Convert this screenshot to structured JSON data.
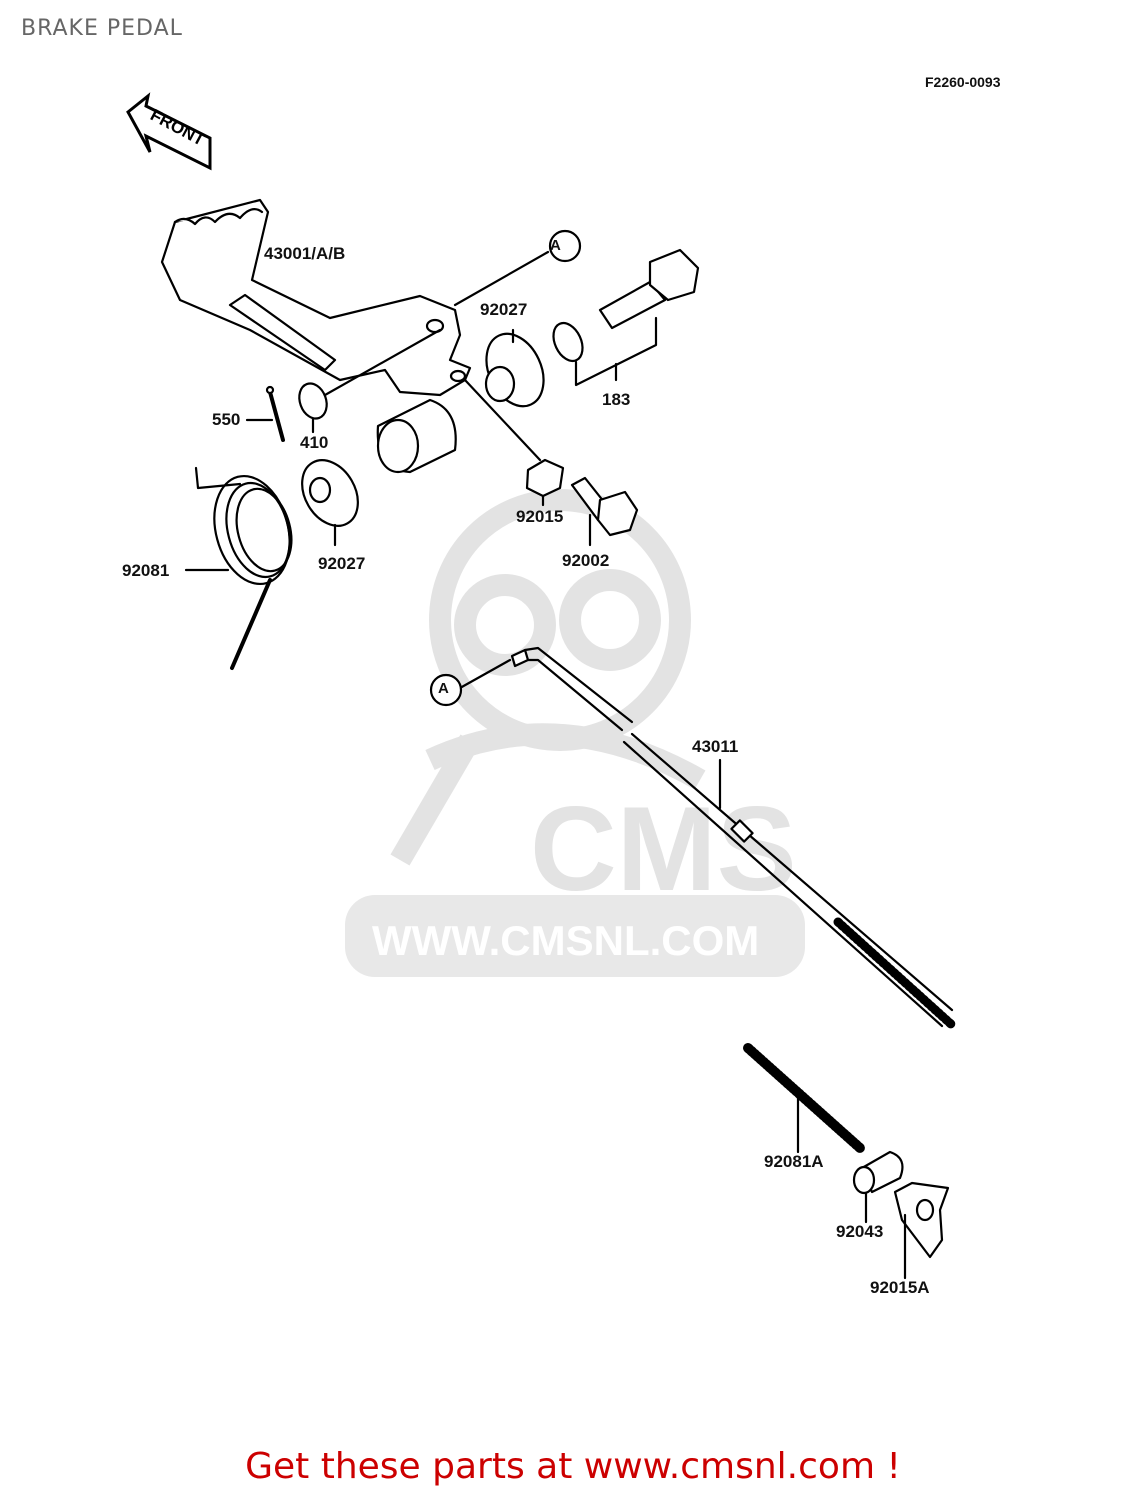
{
  "header": {
    "title": "BRAKE PEDAL",
    "diagram_code": "F2260-0093"
  },
  "orientation": {
    "label": "FRONT",
    "icon": "arrow-left-icon"
  },
  "watermark": {
    "brand": "CMS",
    "url": "WWW.CMSNL.COM",
    "color": "#e6e6e6"
  },
  "callouts": {
    "reference_marker": "A",
    "parts": [
      {
        "id": "p1",
        "number": "43001/A/B",
        "description_shape": "brake pedal"
      },
      {
        "id": "p2",
        "number": "92027",
        "description_shape": "bushing (upper)"
      },
      {
        "id": "p3",
        "number": "183",
        "description_shape": "bolt with washer"
      },
      {
        "id": "p4",
        "number": "550",
        "description_shape": "cotter pin"
      },
      {
        "id": "p5",
        "number": "410",
        "description_shape": "washer"
      },
      {
        "id": "p6",
        "number": "92015",
        "description_shape": "nut"
      },
      {
        "id": "p7",
        "number": "92002",
        "description_shape": "bolt"
      },
      {
        "id": "p8",
        "number": "92081",
        "description_shape": "torsion spring"
      },
      {
        "id": "p9",
        "number": "92027",
        "description_shape": "bushing (lower)"
      },
      {
        "id": "p10",
        "number": "43011",
        "description_shape": "brake rod"
      },
      {
        "id": "p11",
        "number": "92081A",
        "description_shape": "coil spring"
      },
      {
        "id": "p12",
        "number": "92043",
        "description_shape": "pin"
      },
      {
        "id": "p13",
        "number": "92015A",
        "description_shape": "adjusting nut"
      }
    ]
  },
  "footer": {
    "text": "Get these parts at www.cmsnl.com !",
    "color": "#cc0000"
  }
}
